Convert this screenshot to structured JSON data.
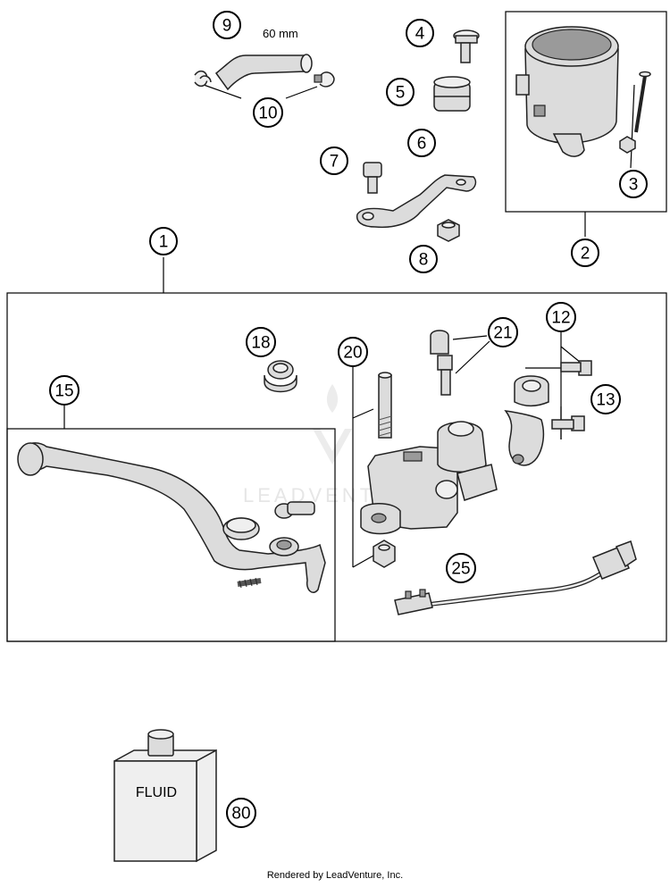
{
  "callouts": [
    {
      "id": "c1",
      "label": "1"
    },
    {
      "id": "c2",
      "label": "2"
    },
    {
      "id": "c3",
      "label": "3"
    },
    {
      "id": "c4",
      "label": "4"
    },
    {
      "id": "c5",
      "label": "5"
    },
    {
      "id": "c6",
      "label": "6"
    },
    {
      "id": "c7",
      "label": "7"
    },
    {
      "id": "c8",
      "label": "8"
    },
    {
      "id": "c9",
      "label": "9"
    },
    {
      "id": "c10",
      "label": "10"
    },
    {
      "id": "c12",
      "label": "12"
    },
    {
      "id": "c13",
      "label": "13"
    },
    {
      "id": "c15",
      "label": "15"
    },
    {
      "id": "c18",
      "label": "18"
    },
    {
      "id": "c20",
      "label": "20"
    },
    {
      "id": "c21",
      "label": "21"
    },
    {
      "id": "c25",
      "label": "25"
    },
    {
      "id": "c80",
      "label": "80"
    }
  ],
  "hose_length_label": "60 mm",
  "fluid_label": "FLUID",
  "watermark_text": "LEADVENTURE",
  "footer": "Rendered by LeadVenture, Inc."
}
